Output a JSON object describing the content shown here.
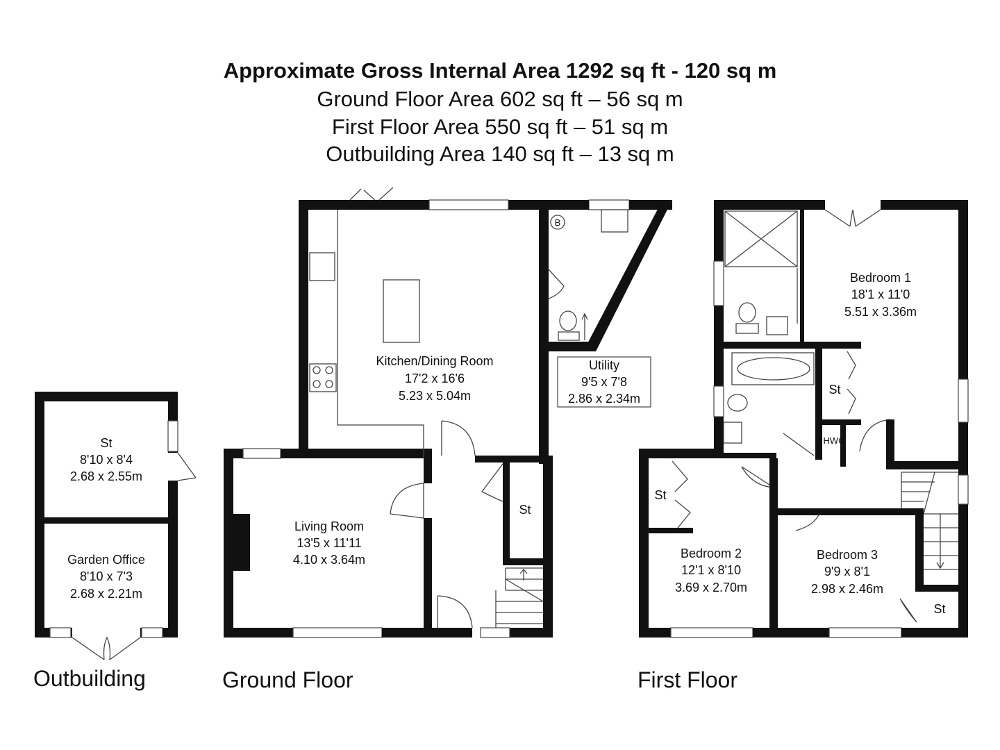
{
  "header": {
    "title": "Approximate Gross Internal Area 1292 sq ft - 120 sq m",
    "ground": "Ground Floor Area 602 sq ft – 56 sq m",
    "first": "First Floor Area 550 sq ft – 51 sq m",
    "outbuilding": "Outbuilding Area 140 sq ft – 13 sq m"
  },
  "floors": {
    "outbuilding": "Outbuilding",
    "ground": "Ground Floor",
    "first": "First Floor"
  },
  "rooms": {
    "out_store": {
      "name": "St",
      "imperial": "8'10 x 8'4",
      "metric": "2.68 x 2.55m"
    },
    "garden_office": {
      "name": "Garden Office",
      "imperial": "8'10 x 7'3",
      "metric": "2.68 x 2.21m"
    },
    "kitchen": {
      "name": "Kitchen/Dining Room",
      "imperial": "17'2 x 16'6",
      "metric": "5.23 x 5.04m"
    },
    "utility": {
      "name": "Utility",
      "imperial": "9'5 x 7'8",
      "metric": "2.86 x 2.34m"
    },
    "living": {
      "name": "Living Room",
      "imperial": "13'5 x 11'11",
      "metric": "4.10 x 3.64m"
    },
    "ground_store": {
      "name": "St"
    },
    "boiler": {
      "name": "B"
    },
    "bedroom1": {
      "name": "Bedroom 1",
      "imperial": "18'1 x 11'0",
      "metric": "5.51 x 3.36m"
    },
    "bedroom2": {
      "name": "Bedroom 2",
      "imperial": "12'1 x 8'10",
      "metric": "3.69 x 2.70m"
    },
    "bedroom3": {
      "name": "Bedroom 3",
      "imperial": "9'9 x 8'1",
      "metric": "2.98 x 2.46m"
    },
    "first_store_a": {
      "name": "St"
    },
    "first_store_b": {
      "name": "St"
    },
    "first_store_c": {
      "name": "St"
    },
    "hwc": {
      "name": "HWC"
    }
  }
}
